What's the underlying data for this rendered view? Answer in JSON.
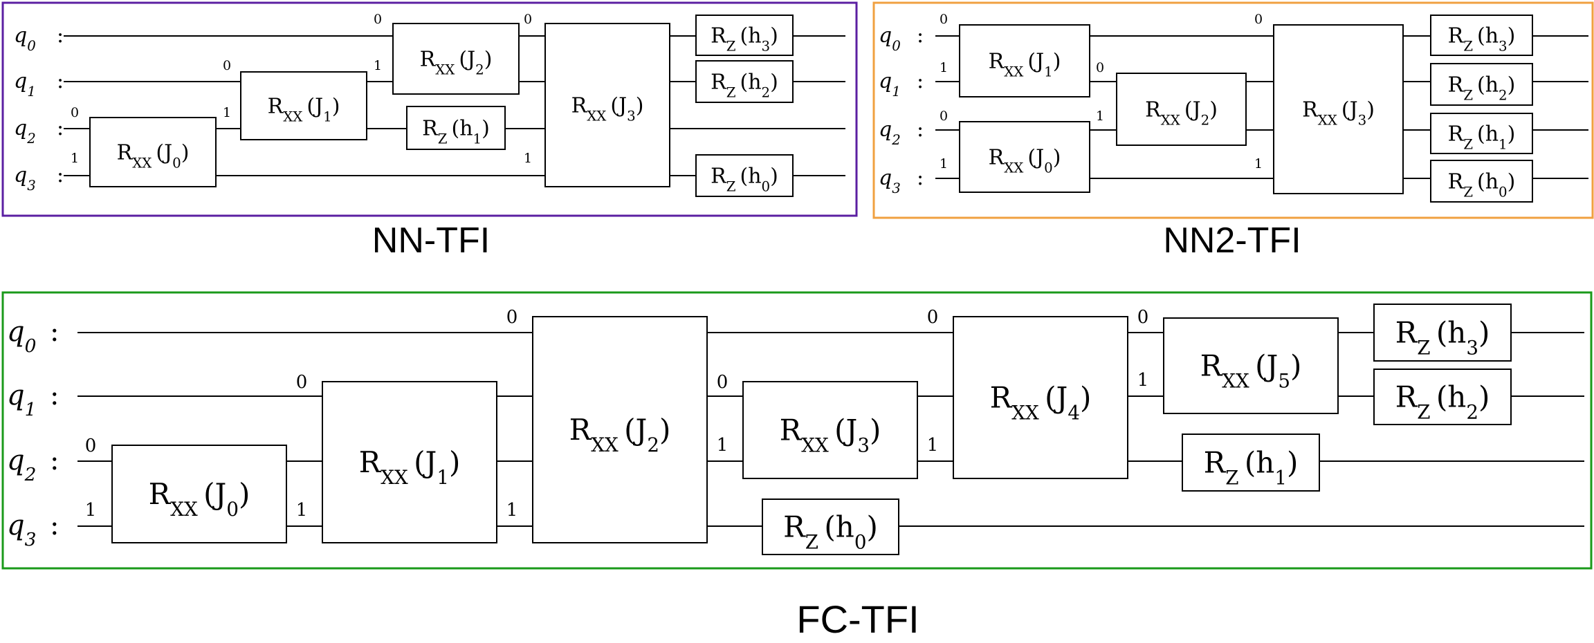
{
  "panels": [
    {
      "caption": "NN-TFI",
      "border_color": "#5b1fa2",
      "qubits": [
        "q0",
        "q1",
        "q2",
        "q3"
      ],
      "gates": [
        {
          "name": "R_XX",
          "param": "J_0",
          "qubits": [
            2,
            3
          ],
          "ports": [
            "0",
            "1"
          ]
        },
        {
          "name": "R_XX",
          "param": "J_1",
          "qubits": [
            1,
            2
          ],
          "ports": [
            "0",
            "1"
          ]
        },
        {
          "name": "R_XX",
          "param": "J_2",
          "qubits": [
            0,
            1
          ],
          "ports": [
            "0",
            "1"
          ]
        },
        {
          "name": "R_Z",
          "param": "h_1",
          "qubits": [
            2
          ]
        },
        {
          "name": "R_XX",
          "param": "J_3",
          "qubits": [
            0,
            3
          ],
          "ports": [
            "0",
            "1"
          ]
        },
        {
          "name": "R_Z",
          "param": "h_3",
          "qubits": [
            0
          ]
        },
        {
          "name": "R_Z",
          "param": "h_2",
          "qubits": [
            1
          ]
        },
        {
          "name": "R_Z",
          "param": "h_0",
          "qubits": [
            3
          ]
        }
      ]
    },
    {
      "caption": "NN2-TFI",
      "border_color": "#f0a040",
      "qubits": [
        "q0",
        "q1",
        "q2",
        "q3"
      ],
      "gates": [
        {
          "name": "R_XX",
          "param": "J_1",
          "qubits": [
            0,
            1
          ],
          "ports": [
            "0",
            "1"
          ]
        },
        {
          "name": "R_XX",
          "param": "J_0",
          "qubits": [
            2,
            3
          ],
          "ports": [
            "0",
            "1"
          ]
        },
        {
          "name": "R_XX",
          "param": "J_2",
          "qubits": [
            1,
            2
          ],
          "ports": [
            "0",
            "1"
          ]
        },
        {
          "name": "R_XX",
          "param": "J_3",
          "qubits": [
            0,
            3
          ],
          "ports": [
            "0",
            "1"
          ]
        },
        {
          "name": "R_Z",
          "param": "h_3",
          "qubits": [
            0
          ]
        },
        {
          "name": "R_Z",
          "param": "h_2",
          "qubits": [
            1
          ]
        },
        {
          "name": "R_Z",
          "param": "h_1",
          "qubits": [
            2
          ]
        },
        {
          "name": "R_Z",
          "param": "h_0",
          "qubits": [
            3
          ]
        }
      ]
    },
    {
      "caption": "FC-TFI",
      "border_color": "#1a9a1a",
      "qubits": [
        "q0",
        "q1",
        "q2",
        "q3"
      ],
      "gates": [
        {
          "name": "R_XX",
          "param": "J_0",
          "qubits": [
            2,
            3
          ],
          "ports": [
            "0",
            "1"
          ]
        },
        {
          "name": "R_XX",
          "param": "J_1",
          "qubits": [
            1,
            3
          ],
          "ports": [
            "0",
            "1"
          ]
        },
        {
          "name": "R_XX",
          "param": "J_2",
          "qubits": [
            0,
            3
          ],
          "ports": [
            "0",
            "1"
          ]
        },
        {
          "name": "R_XX",
          "param": "J_3",
          "qubits": [
            1,
            2
          ],
          "ports": [
            "0",
            "1"
          ]
        },
        {
          "name": "R_Z",
          "param": "h_0",
          "qubits": [
            3
          ]
        },
        {
          "name": "R_XX",
          "param": "J_4",
          "qubits": [
            0,
            2
          ],
          "ports": [
            "0",
            "1"
          ]
        },
        {
          "name": "R_XX",
          "param": "J_5",
          "qubits": [
            0,
            1
          ],
          "ports": [
            "0",
            "1"
          ]
        },
        {
          "name": "R_Z",
          "param": "h_1",
          "qubits": [
            2
          ]
        },
        {
          "name": "R_Z",
          "param": "h_3",
          "qubits": [
            0
          ]
        },
        {
          "name": "R_Z",
          "param": "h_2",
          "qubits": [
            1
          ]
        }
      ]
    }
  ]
}
